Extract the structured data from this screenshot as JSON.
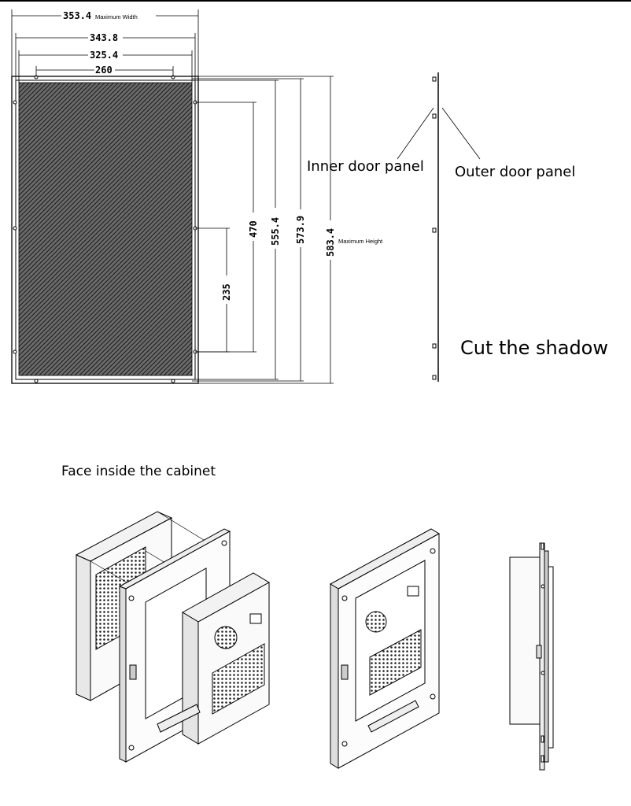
{
  "dimensions": {
    "max_width": {
      "value": "353.4",
      "note": "Maximum Width"
    },
    "width_2": "343.8",
    "width_3": "325.4",
    "width_4": "260",
    "height_1": "235",
    "height_2": "470",
    "height_3": "555.4",
    "height_4": "573.9",
    "max_height": {
      "value": "583.4",
      "note": "Maximum Height"
    }
  },
  "side_view": {
    "inner_label": "Inner door panel",
    "outer_label": "Outer door panel",
    "cut_label": "Cut the shadow"
  },
  "section_title": "Face inside the cabinet",
  "colors": {
    "line": "#000000",
    "background": "#ffffff",
    "mesh_fill": "#555555"
  }
}
